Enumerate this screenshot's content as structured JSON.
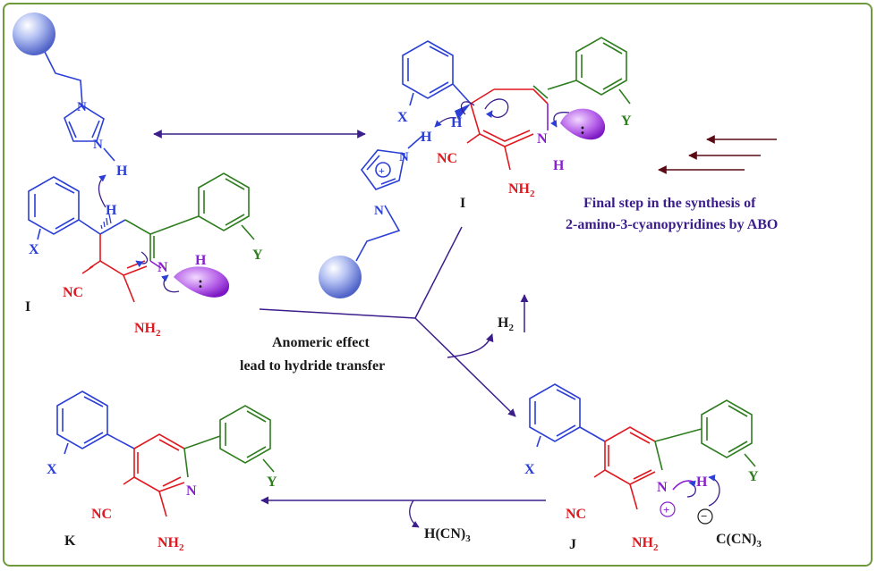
{
  "colors": {
    "blue": "#2b3fd6",
    "green": "#2e7d1f",
    "red": "#e0181f",
    "purple": "#8a1fd0",
    "navy": "#3b1e8c",
    "maroon": "#5a0a14",
    "frame": "#6f9a3c"
  },
  "mol_I_left": {
    "X": "X",
    "Y": "Y",
    "H_top": "H",
    "H_nh": "H",
    "N": "N",
    "NC": "NC",
    "NH": "NH",
    "sub2": "2",
    "label": "I"
  },
  "imid_left": {
    "N1": "N",
    "N2": "N",
    "H": "H"
  },
  "mol_I_right": {
    "X": "X",
    "Y": "Y",
    "H": "H",
    "N": "N",
    "H_n": "H",
    "NC": "NC",
    "NH": "NH",
    "sub2": "2",
    "label": "I"
  },
  "imid_right": {
    "N1": "N",
    "N2": "N",
    "H": "H",
    "plus": "+"
  },
  "mol_J": {
    "X": "X",
    "Y": "Y",
    "N": "N",
    "H": "H",
    "NC": "NC",
    "NH": "NH",
    "sub2": "2",
    "label": "J",
    "plus": "+"
  },
  "mol_K": {
    "X": "X",
    "Y": "Y",
    "N": "N",
    "NC": "NC",
    "NH": "NH",
    "sub2": "2",
    "label": "K"
  },
  "reagents": {
    "ccn3": "C(CN)",
    "ccn3_sub": "3",
    "minus": "−",
    "hcn3": "H(CN)",
    "hcn3_sub": "3",
    "h2": "H",
    "h2_sub": "2"
  },
  "texts": {
    "anomeric_1": "Anomeric effect",
    "anomeric_2": "lead to hydride transfer",
    "final_1": "Final step in the synthesis of",
    "final_2": "2-amino-3-cyanopyridines by ABO"
  },
  "lone_pair": ":"
}
